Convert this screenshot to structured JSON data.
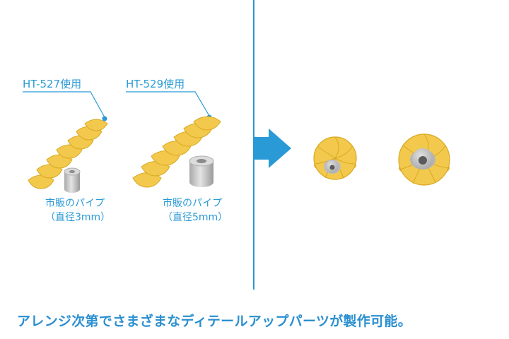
{
  "left_panel": {
    "callout_1": "HT-527使用",
    "callout_2": "HT-529使用",
    "pipe_1": {
      "line1": "市販のパイプ",
      "line2": "（直径3mm）"
    },
    "pipe_2": {
      "line1": "市販のパイプ",
      "line2": "（直径5mm）"
    }
  },
  "footer_text": "アレンジ次第でさまざまなディテールアップパーツが製作可能。",
  "colors": {
    "accent": "#2a9ad6",
    "petal": "#f2c94c",
    "petal_edge": "#d9a822",
    "pipe": "#c8c8c8"
  },
  "icons": [
    "arrow-right-icon"
  ]
}
